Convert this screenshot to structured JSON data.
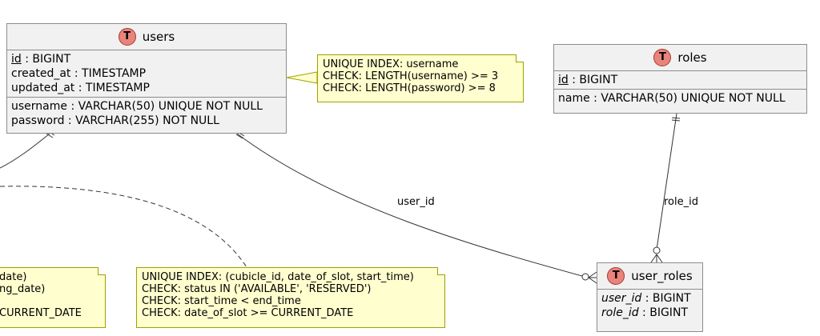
{
  "users": {
    "title": "users",
    "badge": "T",
    "pk_fields": [
      {
        "name": "id",
        "type": " : BIGINT"
      }
    ],
    "audit_fields": [
      "created_at : TIMESTAMP",
      "updated_at : TIMESTAMP"
    ],
    "fields": [
      "username : VARCHAR(50) UNIQUE NOT NULL",
      "password : VARCHAR(255) NOT NULL"
    ]
  },
  "roles": {
    "title": "roles",
    "badge": "T",
    "pk_fields": [
      {
        "name": "id",
        "type": " : BIGINT"
      }
    ],
    "fields": [
      "name : VARCHAR(50) UNIQUE NOT NULL"
    ]
  },
  "user_roles": {
    "title": "user_roles",
    "badge": "T",
    "fk_fields": [
      {
        "name": "user_id",
        "type": " : BIGINT"
      },
      {
        "name": "role_id",
        "type": " : BIGINT"
      }
    ]
  },
  "notes": {
    "users_note": [
      "UNIQUE INDEX: username",
      "CHECK: LENGTH(username) >= 3",
      "CHECK: LENGTH(password) >= 8"
    ],
    "slot_note": [
      "UNIQUE INDEX: (cubicle_id, date_of_slot, start_time)",
      "CHECK: status IN ('AVAILABLE', 'RESERVED')",
      "CHECK: start_time < end_time",
      "CHECK: date_of_slot >= CURRENT_DATE"
    ],
    "left_note": [
      "date)",
      "ng_date)",
      "",
      " CURRENT_DATE"
    ]
  },
  "relations": {
    "user_roles_user": "user_id",
    "user_roles_role": "role_id"
  },
  "colors": {
    "entity_bg": "#f1f1f1",
    "entity_border": "#8c8c8c",
    "note_bg": "#fefece",
    "note_border": "#a0a000",
    "badge_fill": "#e8847a"
  }
}
